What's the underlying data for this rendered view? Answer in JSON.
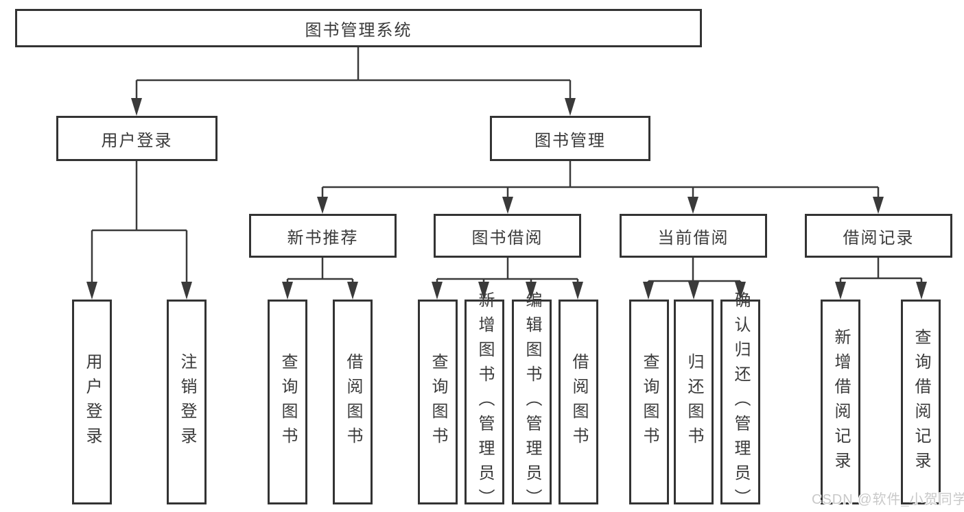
{
  "diagram": {
    "type": "function-structure-tree",
    "title": "图书管理系统"
  },
  "tree": {
    "label": "图书管理系统",
    "children": [
      {
        "label": "用户登录",
        "children": [
          {
            "label": "用户登录"
          },
          {
            "label": "注销登录"
          }
        ]
      },
      {
        "label": "图书管理",
        "children": [
          {
            "label": "新书推荐",
            "children": [
              {
                "label": "查询图书"
              },
              {
                "label": "借阅图书"
              }
            ]
          },
          {
            "label": "图书借阅",
            "children": [
              {
                "label": "查询图书"
              },
              {
                "label": "新增图书（管理员）"
              },
              {
                "label": "编辑图书（管理员）"
              },
              {
                "label": "借阅图书"
              }
            ]
          },
          {
            "label": "当前借阅",
            "children": [
              {
                "label": "查询图书"
              },
              {
                "label": "归还图书"
              },
              {
                "label": "确认归还（管理员）"
              }
            ]
          },
          {
            "label": "借阅记录",
            "children": [
              {
                "label": "新增借阅记录"
              },
              {
                "label": "查询借阅记录"
              }
            ]
          }
        ]
      }
    ]
  },
  "watermark": {
    "text": "CSDN @软件_小贺同学",
    "color": "#c9c9c9"
  },
  "colors": {
    "line": "#3a3a3a",
    "border": "#333333",
    "text": "#3a3a3a",
    "background": "#ffffff"
  }
}
